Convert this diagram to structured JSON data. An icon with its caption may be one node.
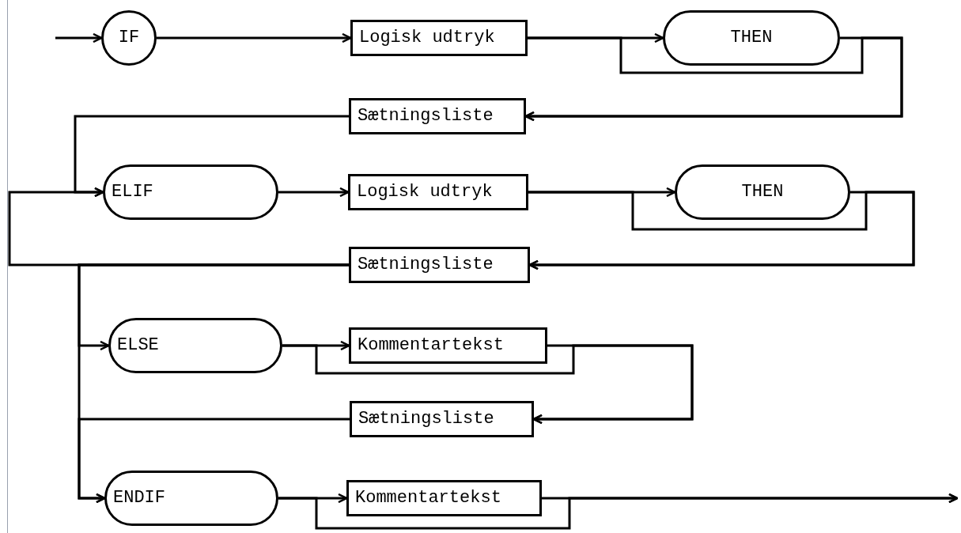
{
  "diagram": {
    "nodes": [
      {
        "text": [
          "IF"
        ]
      },
      {
        "text": [
          "Logisk udtryk"
        ]
      },
      {
        "text": [
          "THEN"
        ]
      },
      {
        "text": [
          "Sætningsliste"
        ]
      },
      {
        "text": [
          "ELIF"
        ]
      },
      {
        "text": [
          "Logisk udtryk"
        ]
      },
      {
        "text": [
          "THEN"
        ]
      },
      {
        "text": [
          "Sætningsliste"
        ]
      },
      {
        "text": [
          "ELSE"
        ]
      },
      {
        "text": [
          "Kommentartekst"
        ]
      },
      {
        "text": [
          "Sætningsliste"
        ]
      },
      {
        "text": [
          "ENDIF"
        ]
      },
      {
        "text": [
          "Kommentartekst"
        ]
      }
    ],
    "edges": [
      {
        "from": null,
        "to": 0,
        "arrow": "to"
      },
      {
        "from": 0,
        "to": 1,
        "arrow": "to"
      },
      {
        "from": 1,
        "to": 2,
        "arrow": "to"
      },
      {
        "from": 2,
        "to": 3,
        "arrow": "to"
      },
      {
        "from": 1,
        "to": 3,
        "arrow": "to"
      },
      {
        "from": 3,
        "to": 4,
        "arrow": "to"
      },
      {
        "from": 4,
        "to": 5,
        "arrow": "to"
      },
      {
        "from": 5,
        "to": 6,
        "arrow": "to"
      },
      {
        "from": 6,
        "to": 7,
        "arrow": "to"
      },
      {
        "from": 5,
        "to": 7,
        "arrow": "to"
      },
      {
        "from": 7,
        "to": 4,
        "arrow": "to"
      },
      {
        "from": 7,
        "to": 8,
        "arrow": "to"
      },
      {
        "from": 7,
        "to": 11,
        "arrow": "to"
      },
      {
        "from": 8,
        "to": 9,
        "arrow": "to"
      },
      {
        "from": 9,
        "to": 10,
        "arrow": "to"
      },
      {
        "from": 8,
        "to": 10,
        "arrow": "to"
      },
      {
        "from": 10,
        "to": 11,
        "arrow": "to"
      },
      {
        "from": 11,
        "to": 12,
        "arrow": "to"
      },
      {
        "from": 12,
        "to": null,
        "arrow": "to"
      },
      {
        "from": 11,
        "to": null,
        "arrow": "to"
      }
    ]
  }
}
